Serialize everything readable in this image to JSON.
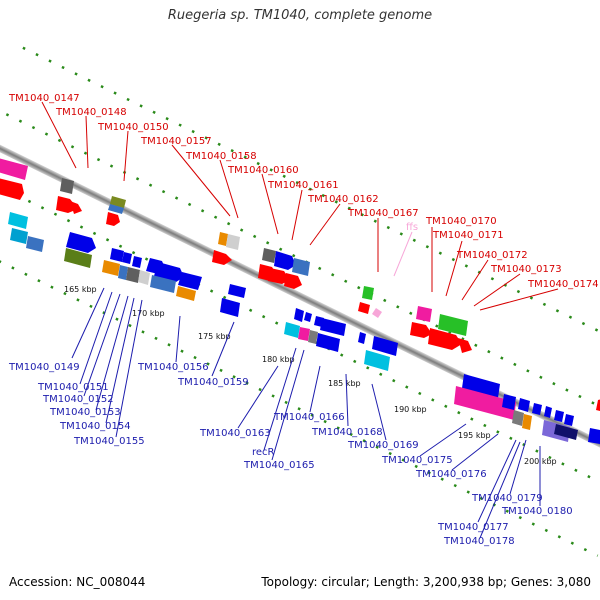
{
  "title": "Ruegeria sp. TM1040, complete genome",
  "footer": {
    "accession": "Accession: NC_008044",
    "summary": "Topology: circular; Length: 3,200,938 bp; Genes: 3,080"
  },
  "colors": {
    "top_label": "#d60000",
    "bottom_label": "#1c1cad",
    "rna_label": "#f7a6d8",
    "backbone": "#8a8a8a",
    "tick_dots": "#2a8a1a"
  },
  "ruler": [
    "165 kbp",
    "170 kbp",
    "175 kbp",
    "180 kbp",
    "185 kbp",
    "190 kbp",
    "195 kbp",
    "200 kbp"
  ],
  "top_labels": [
    "TM1040_0147",
    "TM1040_0148",
    "TM1040_0150",
    "TM1040_0157",
    "TM1040_0158",
    "TM1040_0160",
    "TM1040_0161",
    "TM1040_0162",
    "TM1040_0167",
    "ffs",
    "TM1040_0170",
    "TM1040_0171",
    "TM1040_0172",
    "TM1040_0173",
    "TM1040_0174"
  ],
  "bottom_labels": [
    "TM1040_0149",
    "TM1040_0151",
    "TM1040_0152",
    "TM1040_0153",
    "TM1040_0154",
    "TM1040_0155",
    "TM1040_0156",
    "TM1040_0159",
    "TM1040_0163",
    "recR",
    "TM1040_0165",
    "TM1040_0166",
    "TM1040_0168",
    "TM1040_0169",
    "TM1040_0175",
    "TM1040_0176",
    "TM1040_0179",
    "TM1040_0180",
    "TM1040_0177",
    "TM1040_0178"
  ]
}
